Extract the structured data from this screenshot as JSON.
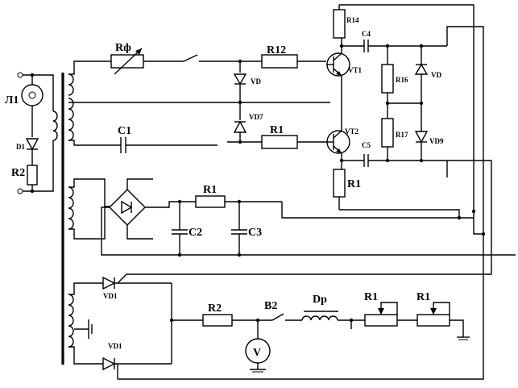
{
  "labels": {
    "lamp": "Л1",
    "lamp_diode": "D1",
    "lamp_resistor": "R2",
    "rheostat": "Rф",
    "r12": "R12",
    "vd_top": "VD",
    "vd7": "VD7",
    "c1": "C1",
    "r1_mid": "R1",
    "vt1": "VT1",
    "vt2": "VT2",
    "r14": "R14",
    "c4": "C4",
    "r16": "R16",
    "r17": "R17",
    "vd_right": "VD",
    "vd9": "VD9",
    "c5": "C5",
    "r1_emitter": "R1",
    "r1_bridge": "R1",
    "c2": "C2",
    "c3": "C3",
    "vd1_top": "VD1",
    "vd1_bottom": "VD1",
    "r2_bottom": "R2",
    "b2": "B2",
    "dp": "Dp",
    "r1_pot_a": "R1",
    "r1_pot_b": "R1",
    "voltmeter": "V"
  }
}
